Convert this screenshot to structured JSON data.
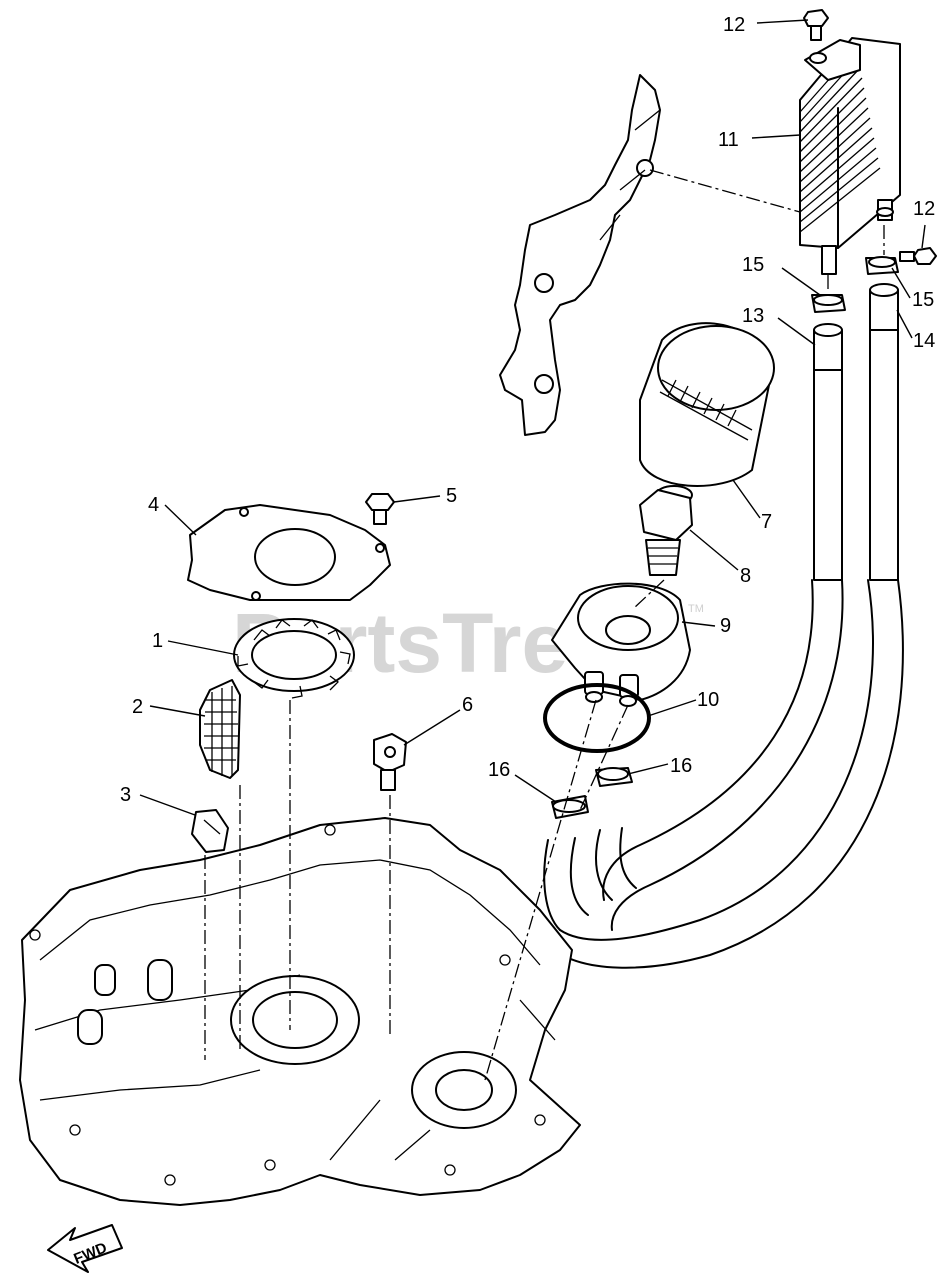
{
  "diagram": {
    "watermark": "PartsTree",
    "watermark_tm": "TM",
    "direction_label": "FWD",
    "callouts": [
      {
        "id": "c12a",
        "text": "12"
      },
      {
        "id": "c11",
        "text": "11"
      },
      {
        "id": "c12b",
        "text": "12"
      },
      {
        "id": "c15a",
        "text": "15"
      },
      {
        "id": "c15b",
        "text": "15"
      },
      {
        "id": "c13",
        "text": "13"
      },
      {
        "id": "c14",
        "text": "14"
      },
      {
        "id": "c7",
        "text": "7"
      },
      {
        "id": "c8",
        "text": "8"
      },
      {
        "id": "c9",
        "text": "9"
      },
      {
        "id": "c10",
        "text": "10"
      },
      {
        "id": "c16a",
        "text": "16"
      },
      {
        "id": "c16b",
        "text": "16"
      },
      {
        "id": "c4",
        "text": "4"
      },
      {
        "id": "c5",
        "text": "5"
      },
      {
        "id": "c1",
        "text": "1"
      },
      {
        "id": "c2",
        "text": "2"
      },
      {
        "id": "c6",
        "text": "6"
      },
      {
        "id": "c3",
        "text": "3"
      }
    ]
  }
}
